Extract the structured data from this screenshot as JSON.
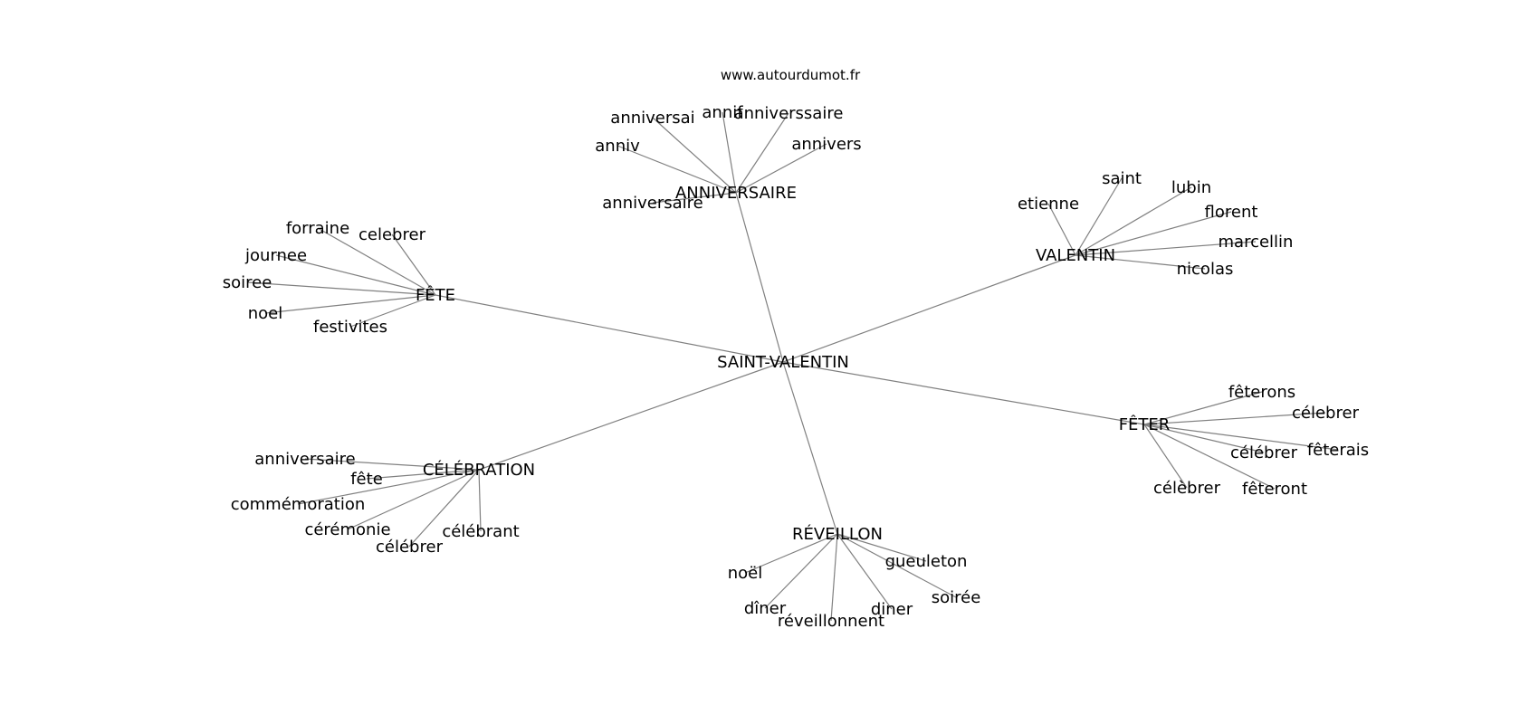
{
  "source": "www.autourdumot.fr",
  "center": "SAINT-VALENTIN",
  "clusters": [
    {
      "hub": "ANNIVERSAIRE",
      "words": [
        "anniversai",
        "annif",
        "anniverssaire",
        "anniv",
        "annivers",
        "anniversaire"
      ]
    },
    {
      "hub": "VALENTIN",
      "words": [
        "saint",
        "lubin",
        "etienne",
        "florent",
        "marcellin",
        "nicolas"
      ]
    },
    {
      "hub": "FÊTE",
      "words": [
        "forraine",
        "celebrer",
        "journee",
        "soiree",
        "noel",
        "festivites"
      ]
    },
    {
      "hub": "FÊTER",
      "words": [
        "fêterons",
        "célebrer",
        "fêterais",
        "célébrer",
        "célèbrer",
        "fêteront"
      ]
    },
    {
      "hub": "CÉLÉBRATION",
      "words": [
        "anniversaire",
        "fête",
        "commémoration",
        "cérémonie",
        "célébrant",
        "célébrer"
      ]
    },
    {
      "hub": "RÉVEILLON",
      "words": [
        "gueuleton",
        "noël",
        "soirée",
        "dîner",
        "diner",
        "réveillonnent"
      ]
    }
  ]
}
